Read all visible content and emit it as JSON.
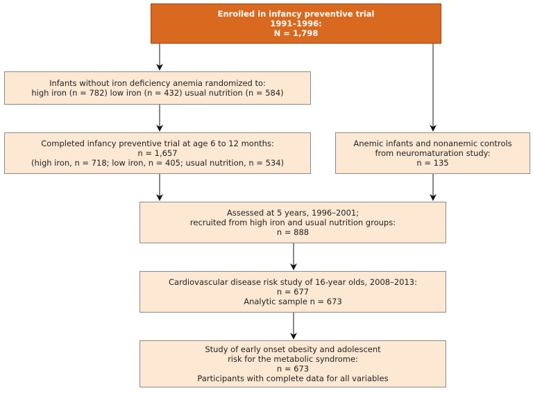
{
  "boxes": {
    "enrolled": {
      "lines": [
        "Enrolled in infancy preventive trial",
        "1991–1996:",
        "N = 1,798"
      ],
      "color": "#d8691f"
    },
    "randomized": {
      "lines": [
        "Infants without iron deficiency anemia randomized to:",
        "high iron (n = 782) low iron (n = 432) usual nutrition (n = 584)"
      ]
    },
    "completed": {
      "lines": [
        "Completed infancy preventive trial at age 6 to 12 months:",
        "n = 1,657",
        "(high iron, n = 718; low iron, n = 405; usual nutrition, n = 534)"
      ]
    },
    "anemic": {
      "lines": [
        "Anemic infants and nonanemic controls",
        "from neuromaturation study:",
        "n = 135"
      ]
    },
    "assessed": {
      "lines": [
        "Assessed at 5 years, 1996–2001;",
        "recruited from high iron and usual nutrition groups:",
        "n = 888"
      ]
    },
    "cardio": {
      "lines": [
        "Cardiovascular disease risk study of 16-year olds, 2008–2013:",
        "n = 677",
        "Analytic sample n = 673"
      ]
    },
    "obesity": {
      "lines": [
        "Study of early onset obesity and adolescent",
        "risk for the metabolic syndrome:",
        "n = 673",
        "Participants with complete data for all variables"
      ]
    }
  },
  "colors": {
    "box_fill": "#fce8d3",
    "top_fill": "#d8691f",
    "border": "#8a8a8a",
    "arrow": "#111111"
  }
}
